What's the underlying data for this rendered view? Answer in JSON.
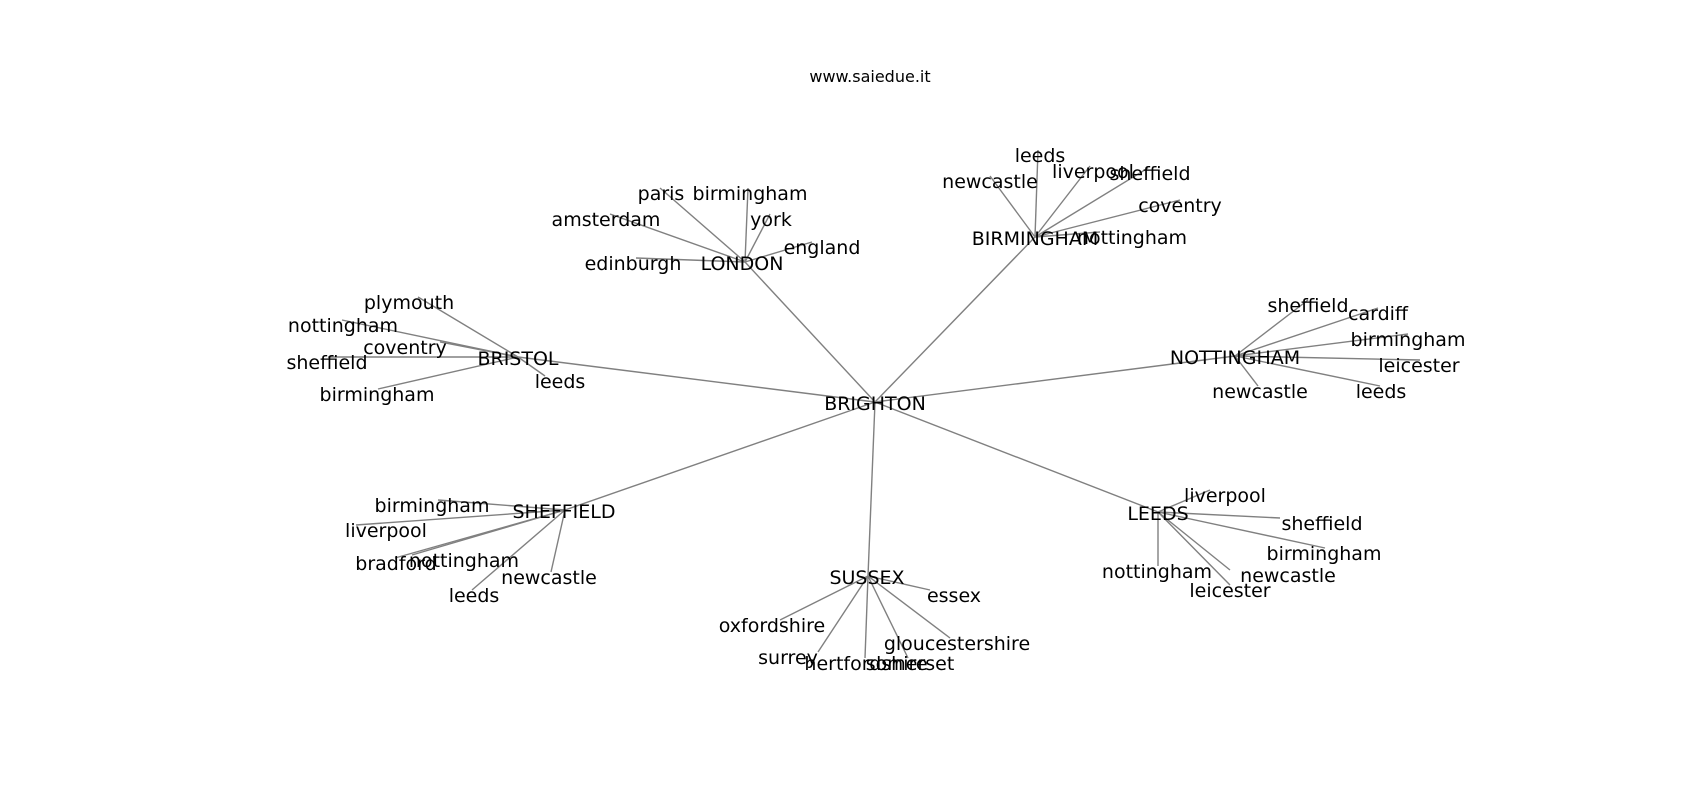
{
  "title": "www.saiedue.it",
  "edge_color": "#808080",
  "text_color": "#000000",
  "background": "#ffffff",
  "root": "BRIGHTON",
  "hubs": [
    {
      "name": "LONDON",
      "children": [
        "paris",
        "birmingham",
        "amsterdam",
        "york",
        "england",
        "edinburgh"
      ]
    },
    {
      "name": "BIRMINGHAM",
      "children": [
        "leeds",
        "newcastle",
        "liverpool",
        "sheffield",
        "coventry",
        "nottingham"
      ]
    },
    {
      "name": "BRISTOL",
      "children": [
        "plymouth",
        "nottingham",
        "coventry",
        "sheffield",
        "birmingham",
        "leeds"
      ]
    },
    {
      "name": "NOTTINGHAM",
      "children": [
        "sheffield",
        "cardiff",
        "birmingham",
        "leicester",
        "newcastle",
        "leeds"
      ]
    },
    {
      "name": "SHEFFIELD",
      "children": [
        "birmingham",
        "liverpool",
        "bradford",
        "nottingham",
        "newcastle",
        "leeds"
      ]
    },
    {
      "name": "SUSSEX",
      "children": [
        "essex",
        "oxfordshire",
        "gloucestershire",
        "surrey",
        "hertfordshire",
        "somerset"
      ]
    },
    {
      "name": "LEEDS",
      "children": [
        "liverpool",
        "sheffield",
        "birmingham",
        "nottingham",
        "newcastle",
        "leicester"
      ]
    }
  ]
}
